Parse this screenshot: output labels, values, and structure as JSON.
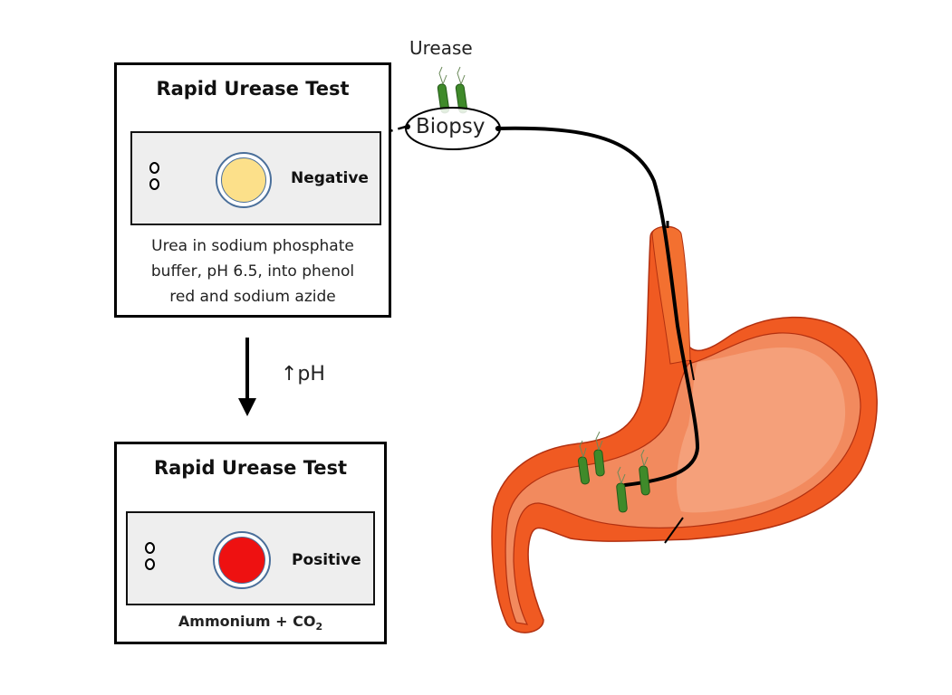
{
  "negative_panel": {
    "title": "Rapid Urease Test",
    "result": "Negative",
    "well_color": "#fce08a",
    "caption_lines": [
      "Urea in sodium phosphate",
      "buffer, pH 6.5, into phenol",
      "red and sodium azide"
    ]
  },
  "transition": {
    "label": "↑pH"
  },
  "positive_panel": {
    "title": "Rapid Urease Test",
    "result": "Positive",
    "well_color": "#ee1111",
    "caption_main": "Ammonium + CO",
    "caption_sub": "2"
  },
  "biopsy": {
    "enzyme_label": "Urease",
    "label": "Biopsy"
  },
  "colors": {
    "stomach_wall": "#f05a22",
    "stomach_inner": "#f28a5e",
    "stomach_lumen": "#f5a07a",
    "bacteria": "#3f8a2a",
    "endoscope": "#000000"
  }
}
